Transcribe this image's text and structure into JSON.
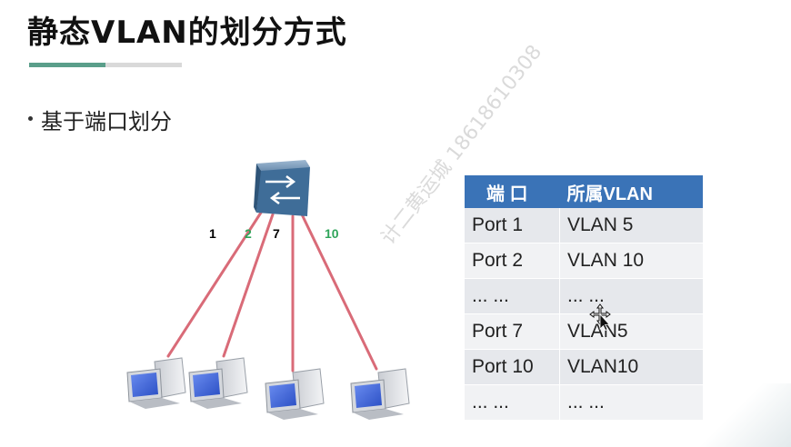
{
  "slide": {
    "title": "静态VLAN的划分方式",
    "bullet": "基于端口划分",
    "watermark": "计二黄运城 18618610308"
  },
  "diagram": {
    "port_labels": [
      "1",
      "2",
      "7",
      "10"
    ],
    "port_label_colors": [
      "#111111",
      "#2fa55a",
      "#111111",
      "#2fa55a"
    ],
    "link_color": "#d96b78",
    "switch_color": "#3f6d98",
    "icons": [
      "switch-icon",
      "pc-icon",
      "pc-icon",
      "pc-icon",
      "pc-icon"
    ]
  },
  "table": {
    "headers": [
      "端 口",
      "所属VLAN"
    ],
    "rows": [
      [
        "Port 1",
        "VLAN 5"
      ],
      [
        "Port 2",
        "VLAN 10"
      ],
      [
        "... ...",
        "... ..."
      ],
      [
        "Port 7",
        "VLAN5"
      ],
      [
        "Port 10",
        "VLAN10"
      ],
      [
        "... ...",
        "... ..."
      ]
    ],
    "header_color": "#3a73b7"
  }
}
